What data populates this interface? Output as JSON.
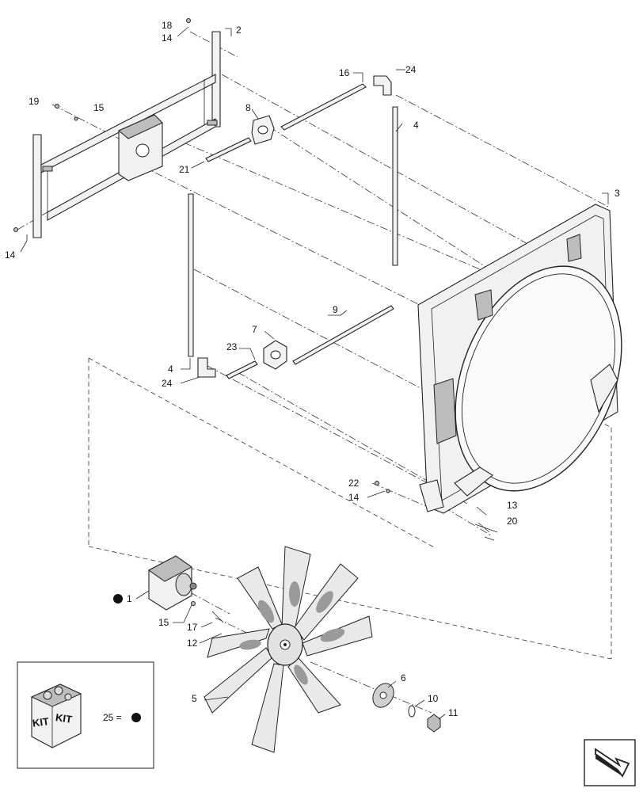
{
  "callouts": [
    {
      "id": "c18a",
      "label": "18"
    },
    {
      "id": "c14a",
      "label": "14"
    },
    {
      "id": "c2",
      "label": "2"
    },
    {
      "id": "c16",
      "label": "16"
    },
    {
      "id": "c24a",
      "label": "24"
    },
    {
      "id": "c19",
      "label": "19"
    },
    {
      "id": "c15a",
      "label": "15"
    },
    {
      "id": "c8",
      "label": "8"
    },
    {
      "id": "c4a",
      "label": "4"
    },
    {
      "id": "c21",
      "label": "21"
    },
    {
      "id": "c3",
      "label": "3"
    },
    {
      "id": "c14b",
      "label": "14"
    },
    {
      "id": "c9",
      "label": "9"
    },
    {
      "id": "c7",
      "label": "7"
    },
    {
      "id": "c23",
      "label": "23"
    },
    {
      "id": "c4b",
      "label": "4"
    },
    {
      "id": "c24b",
      "label": "24"
    },
    {
      "id": "c22",
      "label": "22"
    },
    {
      "id": "c14c",
      "label": "14"
    },
    {
      "id": "c13",
      "label": "13"
    },
    {
      "id": "c20",
      "label": "20"
    },
    {
      "id": "c1",
      "label": "1"
    },
    {
      "id": "c15b",
      "label": "15"
    },
    {
      "id": "c17",
      "label": "17"
    },
    {
      "id": "c12",
      "label": "12"
    },
    {
      "id": "c6",
      "label": "6"
    },
    {
      "id": "c5",
      "label": "5"
    },
    {
      "id": "c10",
      "label": "10"
    },
    {
      "id": "c11",
      "label": "11"
    }
  ],
  "kit": {
    "box_label_1": "KIT",
    "box_label_2": "KIT",
    "legend_text": "25 ="
  },
  "nav_icon": "next-page-arrow-icon"
}
